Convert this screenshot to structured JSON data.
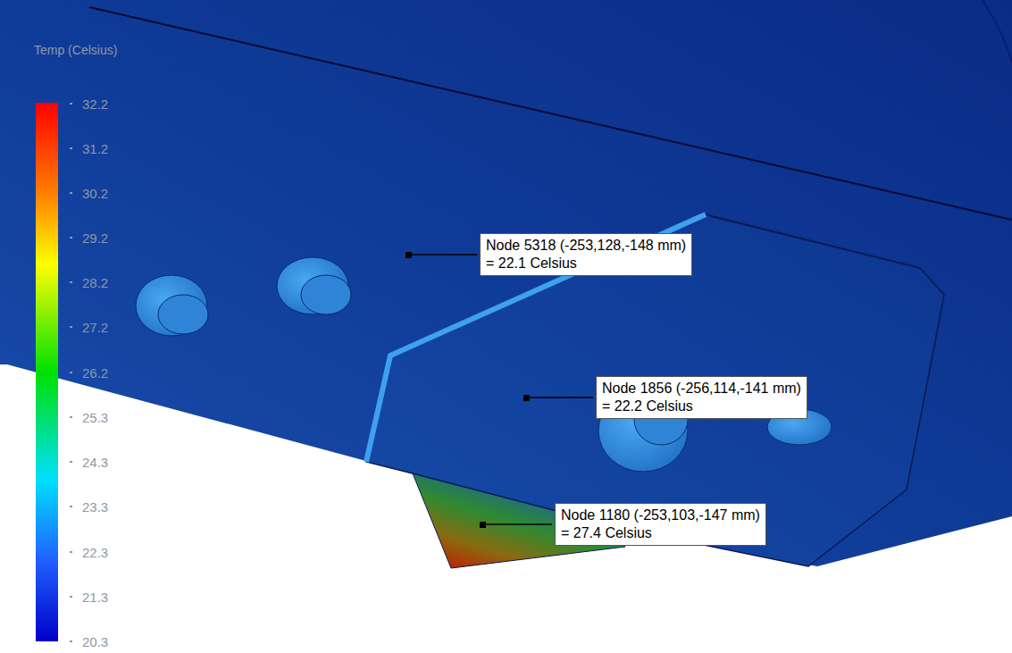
{
  "diagram": {
    "title": "Temp (Celsius)",
    "nodes": [
      {
        "text": [
          "Node 5318 (-253,128,-148 mm)",
          "= 22.1 Celsius"
        ]
      },
      {
        "text": [
          "Node 1856 (-256,114,-141 mm)",
          "= 22.2 Celsius"
        ]
      },
      {
        "text": [
          "Node 1180 (-253,103,-147 mm)",
          "= 27.4 Celsius"
        ]
      }
    ],
    "labels": [
      "32.2",
      "31.2",
      "30.2",
      "29.2",
      "28.2",
      "27.2",
      "26.2",
      "25.3",
      "24.3",
      "23.3",
      "22.3",
      "21.3",
      "20.3"
    ]
  }
}
